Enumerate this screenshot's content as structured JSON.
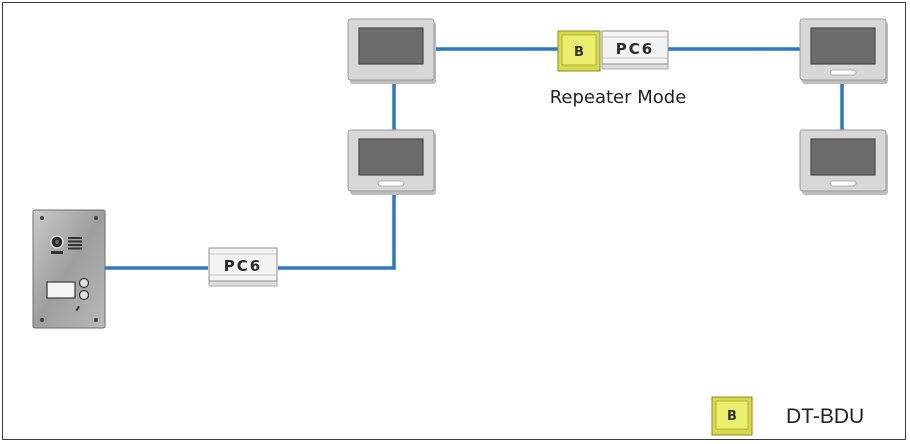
{
  "diagram": {
    "repeater_label": "Repeater Mode",
    "pc6_label": "PC6",
    "bdu_badge": "B",
    "legend": {
      "badge": "B",
      "label": "DT-BDU"
    }
  },
  "colors": {
    "wire": "#2f78bf",
    "bdu_yellow": "#d6d94a",
    "panel_steel": "#a8a8a8"
  },
  "icons": [
    "monitor-icon",
    "door-station-icon",
    "power-supply-icon",
    "bus-distribution-unit-icon"
  ]
}
